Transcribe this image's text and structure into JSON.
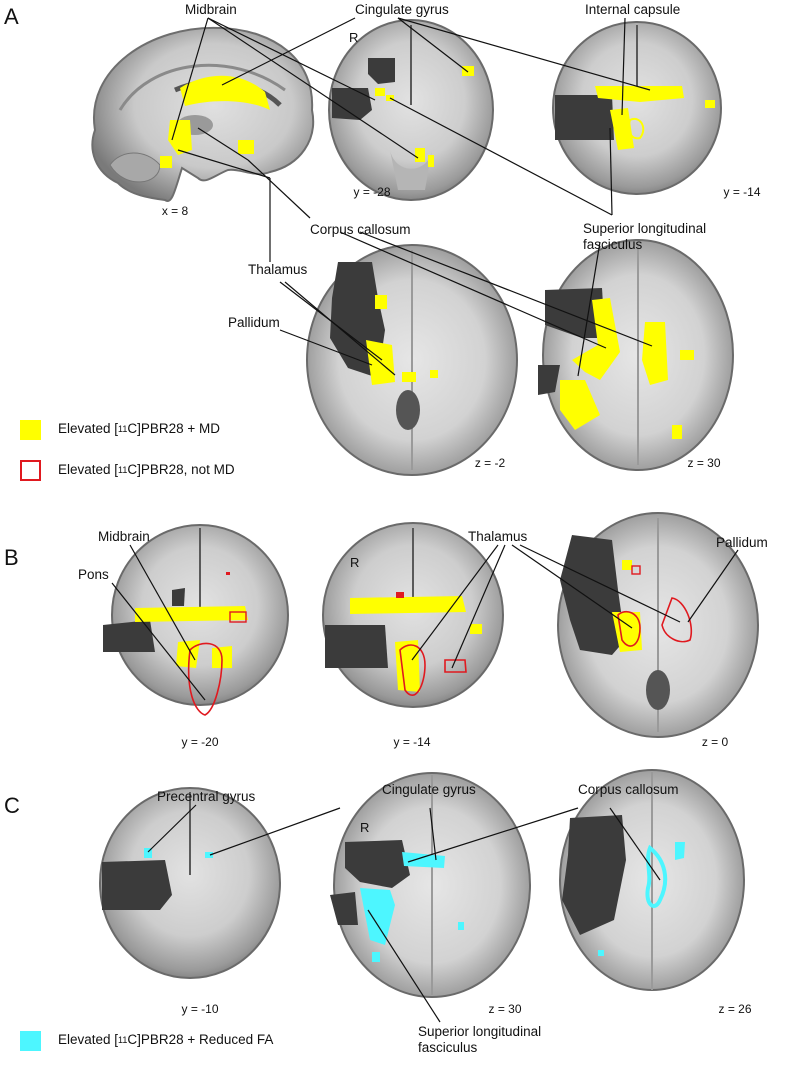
{
  "colors": {
    "yellow": "#ffff00",
    "red": "#e0191f",
    "cyan": "#4df6ff",
    "lesion": "#3b3b3b",
    "brain_light": "#cfcfcf",
    "brain_dark": "#7a7a7a"
  },
  "panels": [
    {
      "letter": "A",
      "labels": {
        "midbrain": "Midbrain",
        "cingulate": "Cingulate gyrus",
        "internal_capsule": "Internal capsule",
        "corpus_callosum": "Corpus callosum",
        "slf_1": "Superior longitudinal",
        "slf_2": "fasciculus",
        "thalamus": "Thalamus",
        "pallidum": "Pallidum"
      },
      "slices": [
        "x = 8",
        "y = -28",
        "y = -14",
        "z = -2",
        "z = 30"
      ],
      "orientation_mark": "R",
      "legend": [
        {
          "pre": "Elevated [",
          "sup": "11",
          "post": "C]PBR28 + MD",
          "style": "filled-yellow"
        },
        {
          "pre": "Elevated [",
          "sup": "11",
          "post": "C]PBR28, not MD",
          "style": "outline-red"
        }
      ]
    },
    {
      "letter": "B",
      "labels": {
        "midbrain": "Midbrain",
        "pons": "Pons",
        "thalamus": "Thalamus",
        "pallidum": "Pallidum"
      },
      "slices": [
        "y = -20",
        "y = -14",
        "z = 0"
      ],
      "orientation_mark": "R"
    },
    {
      "letter": "C",
      "labels": {
        "precentral": "Precentral gyrus",
        "cingulate": "Cingulate gyrus",
        "corpus_callosum": "Corpus callosum",
        "slf_1": "Superior longitudinal",
        "slf_2": "fasciculus"
      },
      "slices": [
        "y = -10",
        "z = 30",
        "z = 26"
      ],
      "orientation_mark": "R",
      "legend": [
        {
          "pre": "Elevated [",
          "sup": "11",
          "post": "C]PBR28 + Reduced FA",
          "style": "filled-cyan"
        }
      ]
    }
  ]
}
